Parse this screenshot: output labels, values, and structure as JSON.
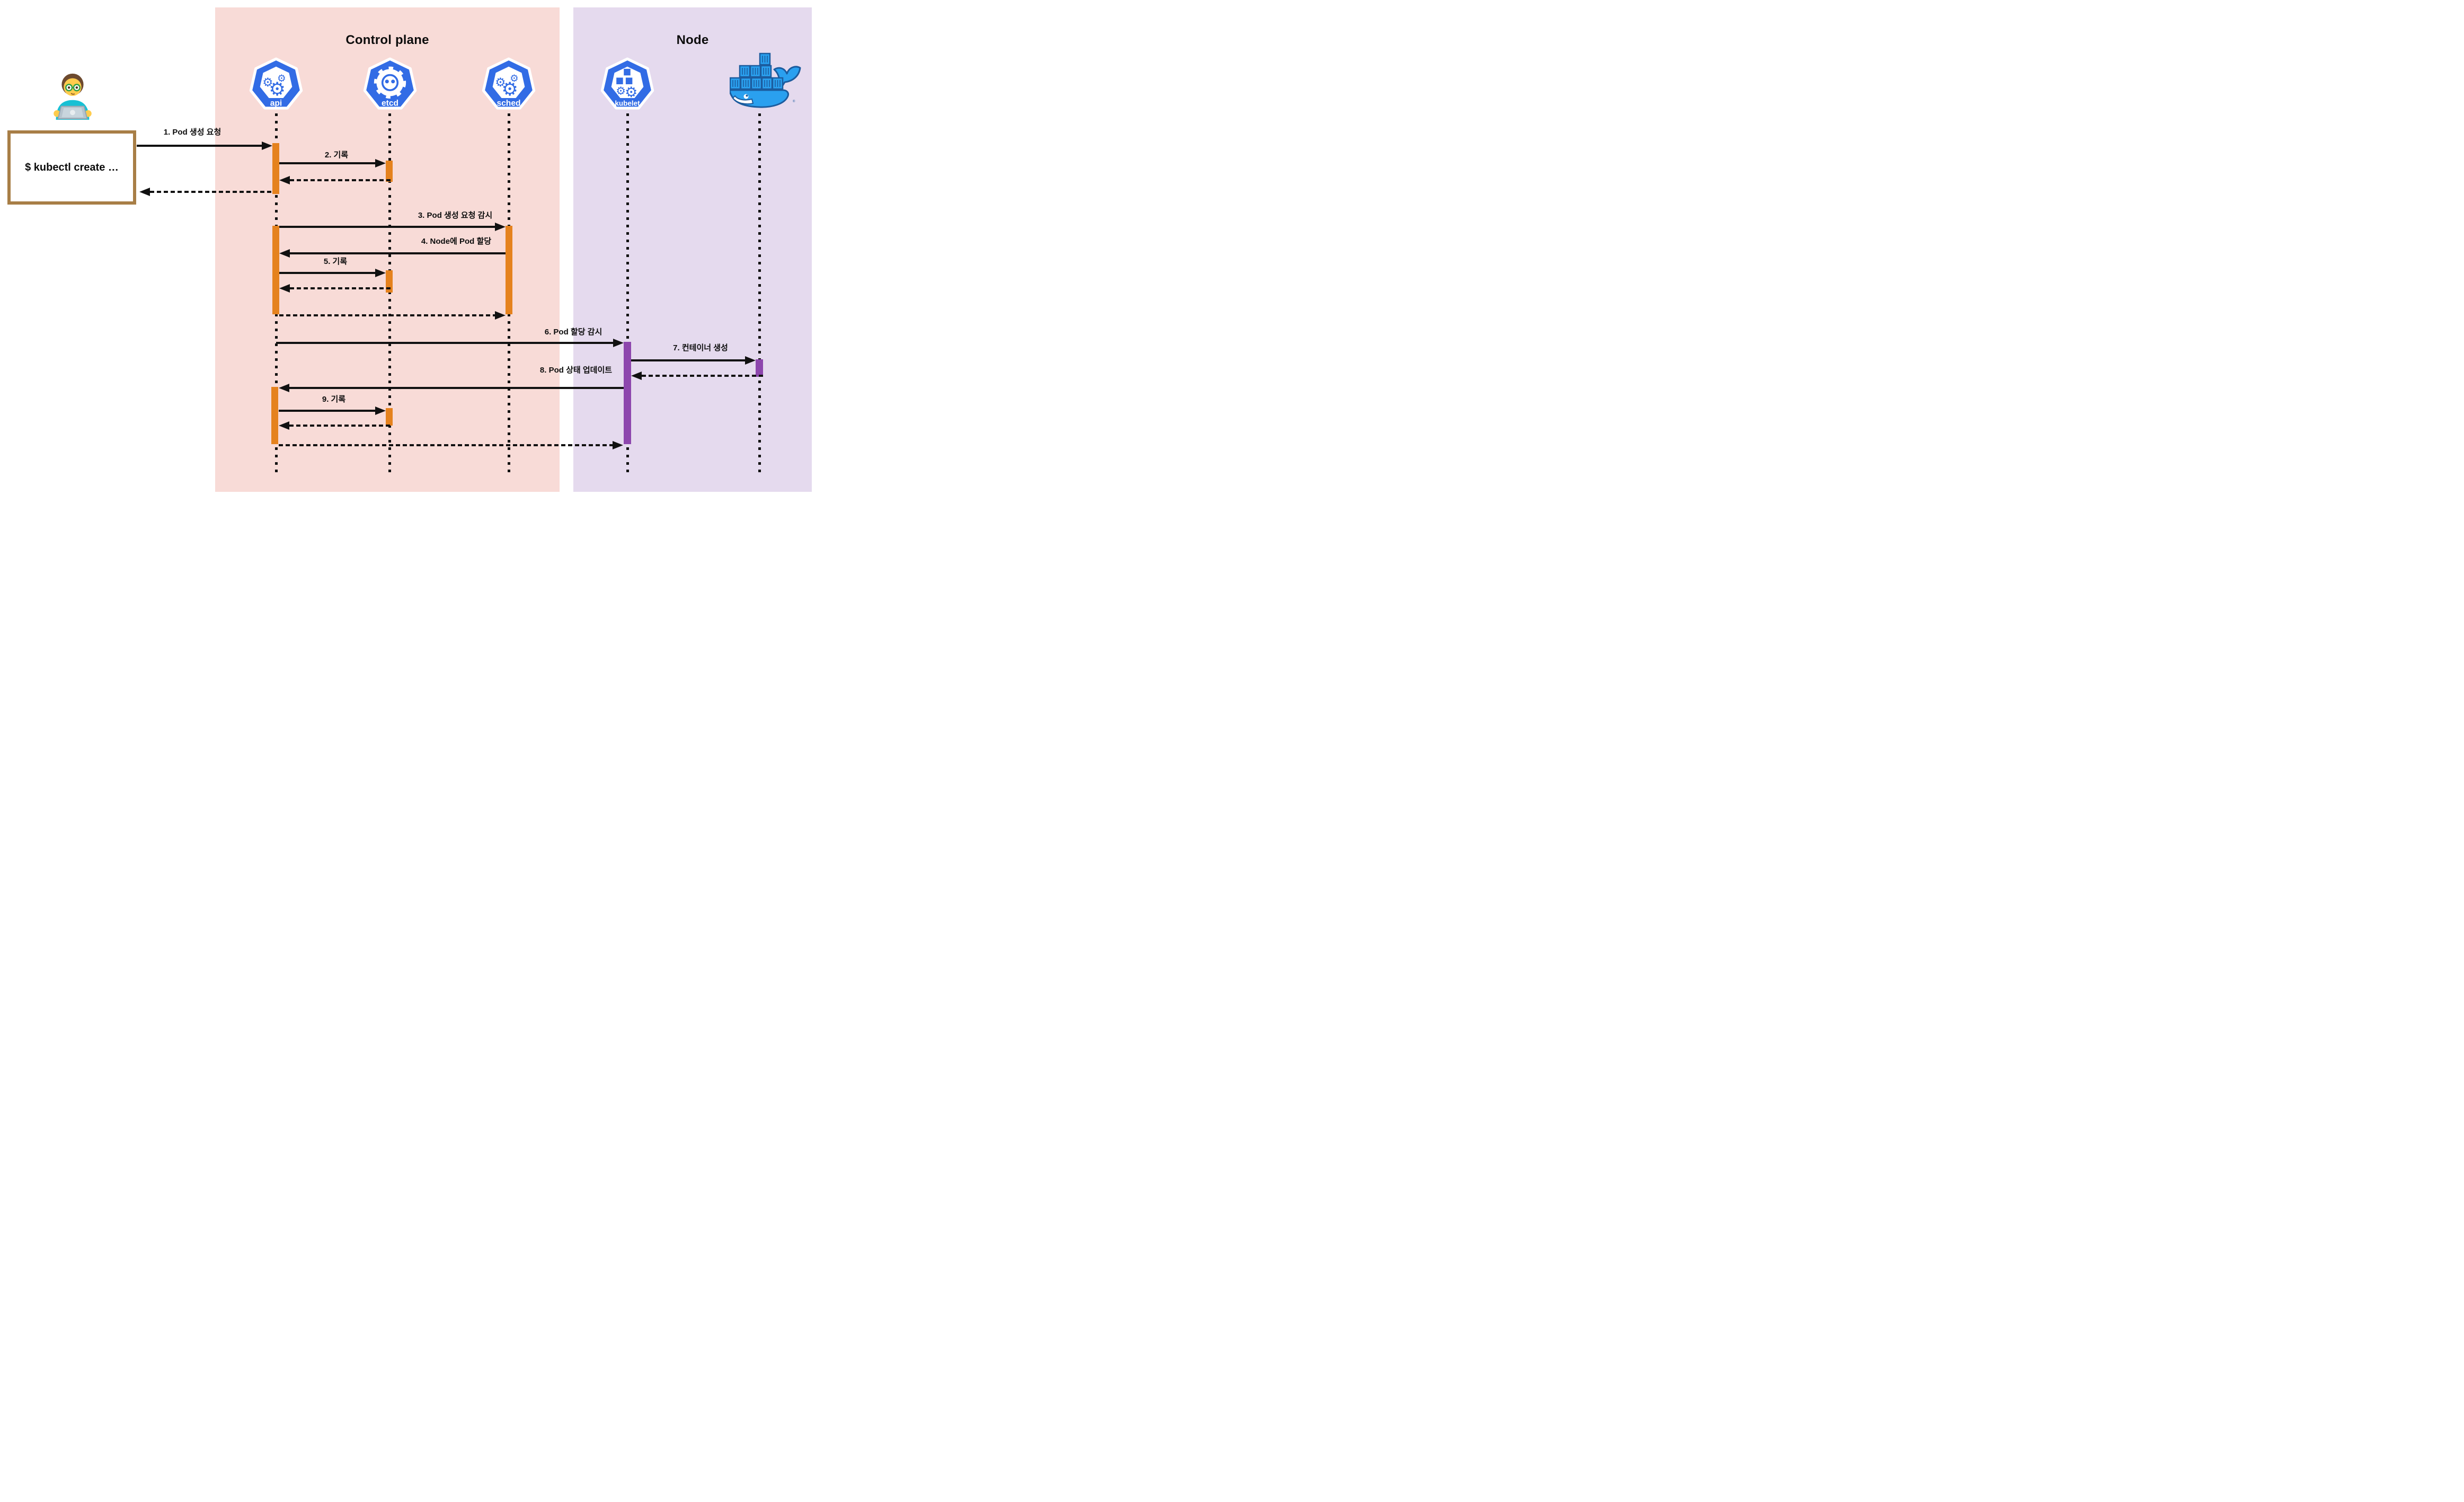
{
  "diagram": {
    "regions": {
      "control_plane": {
        "title": "Control plane",
        "bg": "#f8dbd7"
      },
      "node": {
        "title": "Node",
        "bg": "#e5daee"
      }
    },
    "actor": {
      "command": "$ kubectl create …"
    },
    "lifelines": [
      {
        "id": "api",
        "label": "api",
        "type": "kubernetes-heptagon"
      },
      {
        "id": "etcd",
        "label": "etcd",
        "type": "etcd-heptagon"
      },
      {
        "id": "sched",
        "label": "sched",
        "type": "kubernetes-heptagon"
      },
      {
        "id": "kubelet",
        "label": "kubelet",
        "type": "kubernetes-heptagon"
      },
      {
        "id": "docker",
        "label": "",
        "type": "docker-whale",
        "registered_mark": "®"
      }
    ],
    "messages": [
      {
        "seq": 1,
        "label": "1. Pod 생성 요청"
      },
      {
        "seq": 2,
        "label": "2. 기록"
      },
      {
        "seq": 3,
        "label": "3. Pod 생성 요청 감시"
      },
      {
        "seq": 4,
        "label": "4. Node에 Pod 할당"
      },
      {
        "seq": 5,
        "label": "5. 기록"
      },
      {
        "seq": 6,
        "label": "6. Pod 할당 감시"
      },
      {
        "seq": 7,
        "label": "7. 컨테이너 생성"
      },
      {
        "seq": 8,
        "label": "8. Pod 상태 업데이트"
      },
      {
        "seq": 9,
        "label": "9. 기록"
      }
    ],
    "colors": {
      "kubernetes_blue": "#326ce5",
      "docker_blue": "#2aa0ef",
      "docker_outline": "#1c5c9e",
      "activation_orange": "#e5821e",
      "activation_purple": "#8d46ad",
      "terminal_border": "#a87e46",
      "control_plane_bg": "#f8dbd7",
      "node_bg": "#e5daee"
    }
  }
}
